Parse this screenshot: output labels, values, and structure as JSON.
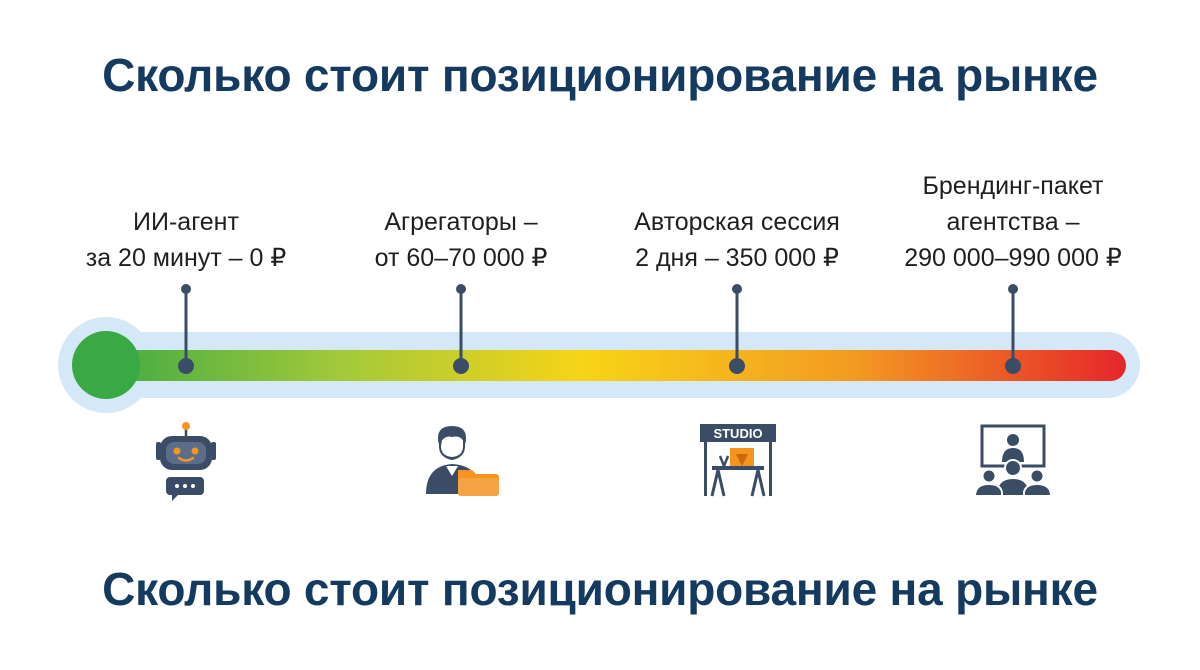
{
  "title": "Сколько стоит позиционирование на рынке",
  "footer_title": "Сколько стоит позиционирование на рынке",
  "scale": {
    "gradient_colors": [
      "#3aa845",
      "#a3c93a",
      "#f7d417",
      "#f39a22",
      "#e5262b"
    ],
    "track_color": "#d4e8f8",
    "marker_color": "#3b4d66"
  },
  "tiers": [
    {
      "lines": [
        "ИИ-агент",
        "за 20 минут – 0 ₽"
      ],
      "icon": "robot-chat-icon"
    },
    {
      "lines": [
        "Агрегаторы –",
        "от 60–70 000 ₽"
      ],
      "icon": "person-folder-icon"
    },
    {
      "lines": [
        "Авторская сессия",
        "2 дня – 350 000 ₽"
      ],
      "icon": "studio-icon",
      "icon_text": "STUDIO"
    },
    {
      "lines": [
        "Брендинг-пакет",
        "агентства –",
        "290 000–990 000 ₽"
      ],
      "icon": "presentation-audience-icon"
    }
  ],
  "colors": {
    "title": "#143a60",
    "icon": "#3b4d66",
    "accent": "#f7941d"
  }
}
